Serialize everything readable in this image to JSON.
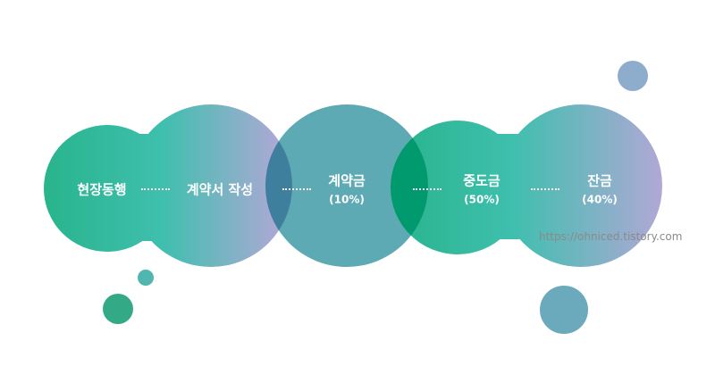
{
  "steps": [
    {
      "label": "현장동행"
    },
    {
      "label": "계약서 작성"
    },
    {
      "label": "계약금",
      "sub": "(10%)"
    },
    {
      "label": "중도금",
      "sub": "(50%)"
    },
    {
      "label": "잔금",
      "sub": "(40%)"
    }
  ],
  "watermark": "https://ohniced.tistory.com",
  "colors": {
    "green": "#28b48c",
    "teal": "#3fbfae",
    "lavender": "#b0a8d6",
    "mid_teal": "#5eaab4",
    "overlap_blue": "#3e7f9e",
    "overlap_green": "#009a6e",
    "bubble_blue": "#8eaccc",
    "bubble_teal": "#52b6b0",
    "bubble_green": "#33a985",
    "bubble_lightblue": "#6aaabc"
  }
}
